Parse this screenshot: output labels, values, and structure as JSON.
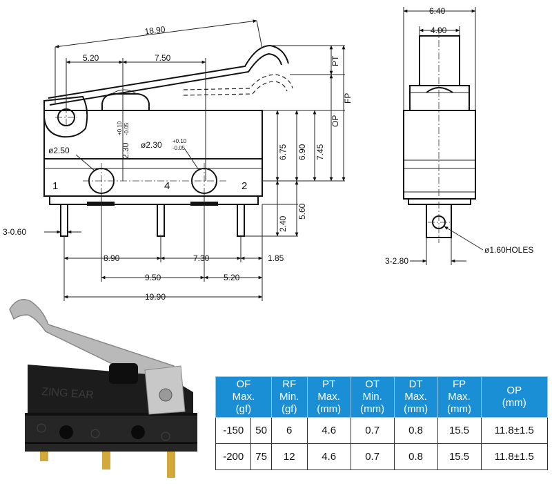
{
  "side_view": {
    "dims": {
      "lever_length": "18.90",
      "d_5_20_top": "5.20",
      "d_7_50": "7.50",
      "pt": "PT",
      "op": "OP",
      "fp": "FP",
      "hole_dia_1": "ø2.50",
      "hole_v_2_30": "2.30",
      "tol_plus": "+0.10",
      "tol_minus": "-0.05",
      "hole_dia_2": "ø2.30",
      "d_6_75": "6.75",
      "d_6_90": "6.90",
      "d_7_45": "7.45",
      "d_2_40": "2.40",
      "d_5_60": "5.60",
      "pin_width": "3-0.60",
      "d_8_90": "8.90",
      "d_7_30": "7.30",
      "d_1_85": "1.85",
      "d_9_50": "9.50",
      "d_5_20_bottom": "5.20",
      "total_length": "19.90"
    },
    "terminals": {
      "t1": "1",
      "t4": "4",
      "t2": "2"
    }
  },
  "front_view": {
    "dims": {
      "width_6_40": "6.40",
      "width_4_00": "4.00",
      "holes": "ø1.60HOLES",
      "terminal_width": "3-2.80"
    }
  },
  "product_photo": {
    "brand": "ZING EAR",
    "colors": {
      "housing": "#1c1c1c",
      "lever": "#b9b9b9"
    }
  },
  "spec_table": {
    "header_color": "#1a8fd6",
    "headers": [
      {
        "top": "OF",
        "mid": "Max.",
        "unit": "(gf)"
      },
      {
        "top": "RF",
        "mid": "Min.",
        "unit": "(gf)"
      },
      {
        "top": "PT",
        "mid": "Max.",
        "unit": "(mm)"
      },
      {
        "top": "OT",
        "mid": "Min.",
        "unit": "(mm)"
      },
      {
        "top": "DT",
        "mid": "Max.",
        "unit": "(mm)"
      },
      {
        "top": "FP",
        "mid": "Max.",
        "unit": "(mm)"
      },
      {
        "top": "OP",
        "mid": "",
        "unit": "(mm)"
      }
    ],
    "rows": [
      [
        "-150",
        "50",
        "6",
        "4.6",
        "0.7",
        "0.8",
        "15.5",
        "11.8±1.5"
      ],
      [
        "-200",
        "75",
        "12",
        "4.6",
        "0.7",
        "0.8",
        "15.5",
        "11.8±1.5"
      ]
    ]
  }
}
